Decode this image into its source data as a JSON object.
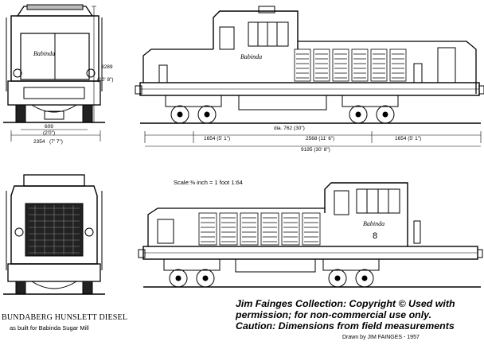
{
  "drawing": {
    "front_name": "Babinda",
    "side_name_top": "Babinda",
    "side_name_bottom": "Babinda",
    "number": "8",
    "scale_label": "Scale:⅜ inch = 1 foot  1:64"
  },
  "dimensions": {
    "front_height": "3289",
    "front_height_ft": "(10' 8\")",
    "front_gauge": "609",
    "front_gauge_ft": "(2'0\")",
    "front_width": "2354",
    "front_width_ft": "(7' 7\")",
    "wheel_dia": "dia. 762 (30\")",
    "overhang_left": "1654 (5' 1\")",
    "wheelbase": "2568 (11' 6\")",
    "overhang_right": "1654 (5' 1\")",
    "length": "9195 (30' 8\")"
  },
  "caption": {
    "title": "BUNDABERG HUNSLETT DIESEL",
    "subtitle": "as built for Babinda Sugar Mill"
  },
  "notice": {
    "line1": "Jim Fainges Collection: Copyright © Used with",
    "line2": "permission; for non-commercial use only.",
    "line3": "Caution: Dimensions from field measurements"
  },
  "credit": "Drawn by JIM FAINGES - 1957"
}
